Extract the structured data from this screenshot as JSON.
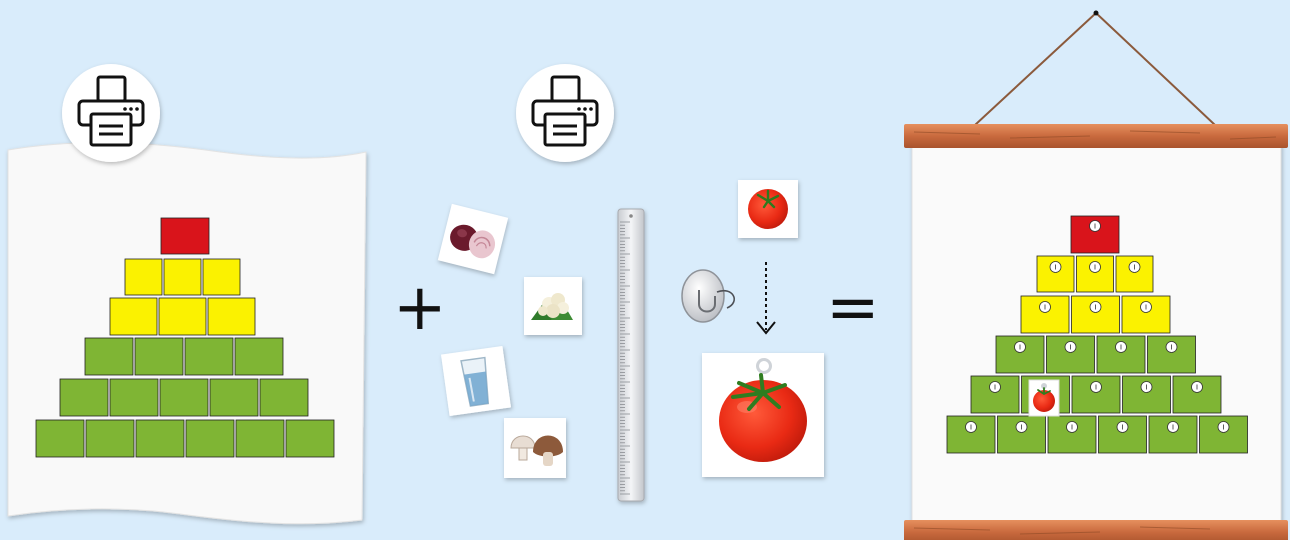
{
  "steps": [
    {
      "id": "print-pyramid",
      "icon": "printer-icon"
    },
    {
      "id": "print-food-cards",
      "icon": "printer-icon"
    },
    {
      "id": "attach-hooks",
      "icon": "adhesive-hook-icon"
    },
    {
      "id": "result",
      "icon": "hanging-poster"
    }
  ],
  "symbols": {
    "plus": "+",
    "equals": "="
  },
  "pyramid": {
    "rows": [
      {
        "count": 1,
        "color": "#d9141b"
      },
      {
        "count": 3,
        "color": "#fbf200"
      },
      {
        "count": 3,
        "color": "#fbf200"
      },
      {
        "count": 4,
        "color": "#7fb534"
      },
      {
        "count": 5,
        "color": "#7fb534"
      },
      {
        "count": 6,
        "color": "#7fb534"
      }
    ]
  },
  "food_cards": [
    {
      "name": "onion"
    },
    {
      "name": "cauliflower"
    },
    {
      "name": "glass-of-water"
    },
    {
      "name": "mushroom"
    }
  ],
  "featured_card": {
    "name": "tomato"
  },
  "colors": {
    "background": "#d9ecfb",
    "red": "#d9141b",
    "yellow": "#fbf200",
    "green": "#7fb534",
    "wood": "#c96a3e"
  }
}
